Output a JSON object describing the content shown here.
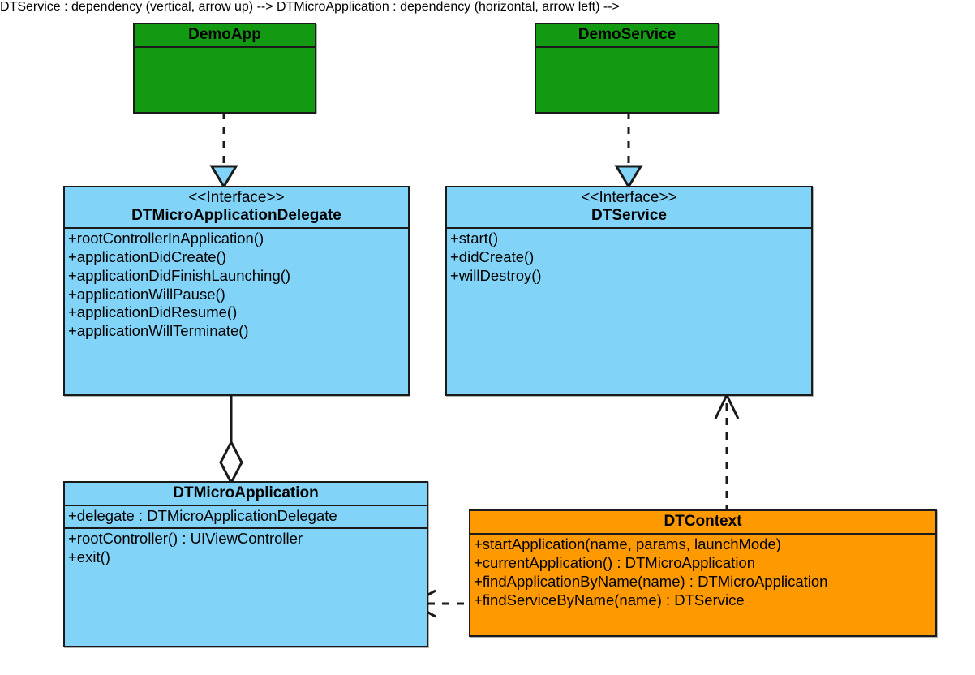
{
  "diagram": {
    "kind": "uml-class-diagram",
    "background": "#ffffff",
    "colors": {
      "green": "#129B12",
      "blue": "#81D4F8",
      "orange": "#FF9900",
      "line": "#1a1a1a",
      "text": "#000000"
    }
  },
  "classes": {
    "demo_app": {
      "name": "DemoApp",
      "members": []
    },
    "demo_service": {
      "name": "DemoService",
      "members": []
    },
    "dt_micro_application_delegate": {
      "stereotype": "<<Interface>>",
      "name": "DTMicroApplicationDelegate",
      "operations": [
        "+rootControllerInApplication()",
        "+applicationDidCreate()",
        "+applicationDidFinishLaunching()",
        "+applicationWillPause()",
        "+applicationDidResume()",
        "+applicationWillTerminate()"
      ]
    },
    "dt_service": {
      "stereotype": "<<Interface>>",
      "name": "DTService",
      "operations": [
        "+start()",
        "+didCreate()",
        "+willDestroy()"
      ]
    },
    "dt_micro_application": {
      "name": "DTMicroApplication",
      "attributes": [
        "+delegate : DTMicroApplicationDelegate"
      ],
      "operations": [
        "+rootController() : UIViewController",
        "+exit()"
      ]
    },
    "dt_context": {
      "name": "DTContext",
      "operations": [
        "+startApplication(name, params, launchMode)",
        "+currentApplication() : DTMicroApplication",
        "+findApplicationByName(name) : DTMicroApplication",
        "+findServiceByName(name) : DTService"
      ]
    }
  },
  "relationships": [
    {
      "id": "demoapp-realizes-delegate",
      "type": "realization",
      "source": "DemoApp",
      "target": "DTMicroApplicationDelegate",
      "line": "dashed",
      "arrowhead": "hollow-triangle"
    },
    {
      "id": "demoservice-realizes-dtservice",
      "type": "realization",
      "source": "DemoService",
      "target": "DTService",
      "line": "dashed",
      "arrowhead": "hollow-triangle"
    },
    {
      "id": "delegate-aggregated-by-microapplication",
      "type": "aggregation",
      "source": "DTMicroApplicationDelegate",
      "target": "DTMicroApplication",
      "line": "solid",
      "arrowhead": "hollow-diamond"
    },
    {
      "id": "dtcontext-depends-dtservice",
      "type": "dependency",
      "source": "DTContext",
      "target": "DTService",
      "line": "dashed",
      "arrowhead": "open-arrow"
    },
    {
      "id": "dtcontext-depends-microapplication",
      "type": "dependency",
      "source": "DTContext",
      "target": "DTMicroApplication",
      "line": "dashed",
      "arrowhead": "open-arrow"
    }
  ]
}
